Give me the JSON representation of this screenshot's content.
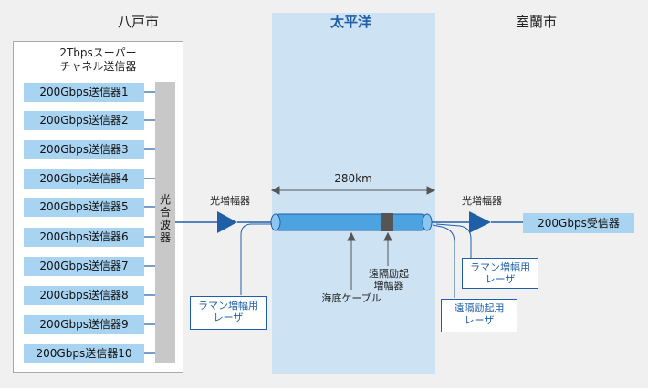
{
  "regions": {
    "left": "八戸市",
    "center": "太平洋",
    "right": "室蘭市"
  },
  "transmitter": {
    "title_line1": "2Tbpsスーパー",
    "title_line2": "チャネル送信器",
    "channels": [
      "200Gbps送信器1",
      "200Gbps送信器2",
      "200Gbps送信器3",
      "200Gbps送信器4",
      "200Gbps送信器5",
      "200Gbps送信器6",
      "200Gbps送信器7",
      "200Gbps送信器8",
      "200Gbps送信器9",
      "200Gbps送信器10"
    ],
    "mux_label": "光合波器"
  },
  "distance": "280km",
  "amp_left_label": "光増幅器",
  "amp_right_label": "光増幅器",
  "receiver_label": "200Gbps受信器",
  "cable_label": "海底ケーブル",
  "remote_amp_label_line1": "遠隔励起",
  "remote_amp_label_line2": "増幅器",
  "callouts": {
    "raman_left_line1": "ラマン増幅用",
    "raman_left_line2": "レーザ",
    "raman_right_line1": "ラマン増幅用",
    "raman_right_line2": "レーザ",
    "remote_pump_line1": "遠隔励起用",
    "remote_pump_line2": "レーザ"
  },
  "colors": {
    "ocean": "#cde2f3",
    "channel_box": "#a8d3f1",
    "fiber": "#1f5fa8",
    "cable": "#4da3df"
  }
}
